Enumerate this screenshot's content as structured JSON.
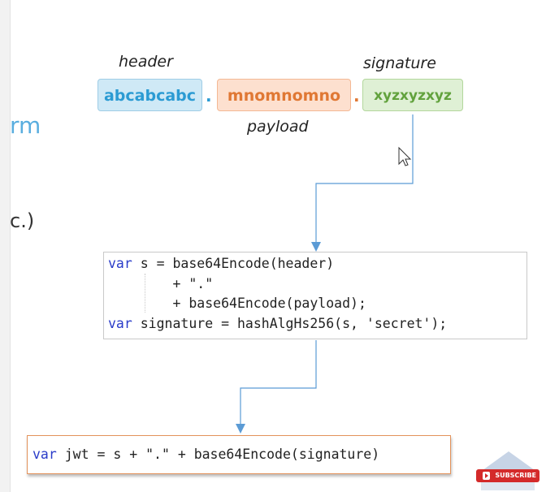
{
  "left_fragments": {
    "frag1": "rm",
    "frag2": "c.)"
  },
  "jwt": {
    "labels": {
      "header": "header",
      "payload": "payload",
      "signature": "signature"
    },
    "tokens": {
      "header": "abcabcabc",
      "payload": "mnomnomno",
      "signature": "xyzxyzxyz"
    },
    "separator": "."
  },
  "code": {
    "lines": [
      {
        "kw": "var",
        "rest": " s = base64Encode(header)"
      },
      {
        "kw": "",
        "rest": "        + \".\""
      },
      {
        "kw": "",
        "rest": "        + base64Encode(payload);"
      },
      {
        "kw": "var",
        "rest": " signature = hashAlgHs256(s, 'secret');"
      }
    ]
  },
  "result": {
    "kw": "var",
    "rest": " jwt = s + \".\" + base64Encode(signature)"
  },
  "subscribe_badge": {
    "label": "SUBSCRIBE",
    "colors": {
      "badge": "#d42a2a",
      "roof": "#c7d4e6"
    }
  },
  "colors": {
    "header": "#2b9bd3",
    "payload": "#e07834",
    "signature": "#62a23d",
    "keyword": "#2a3cc9",
    "arrow": "#5b9bd5"
  }
}
